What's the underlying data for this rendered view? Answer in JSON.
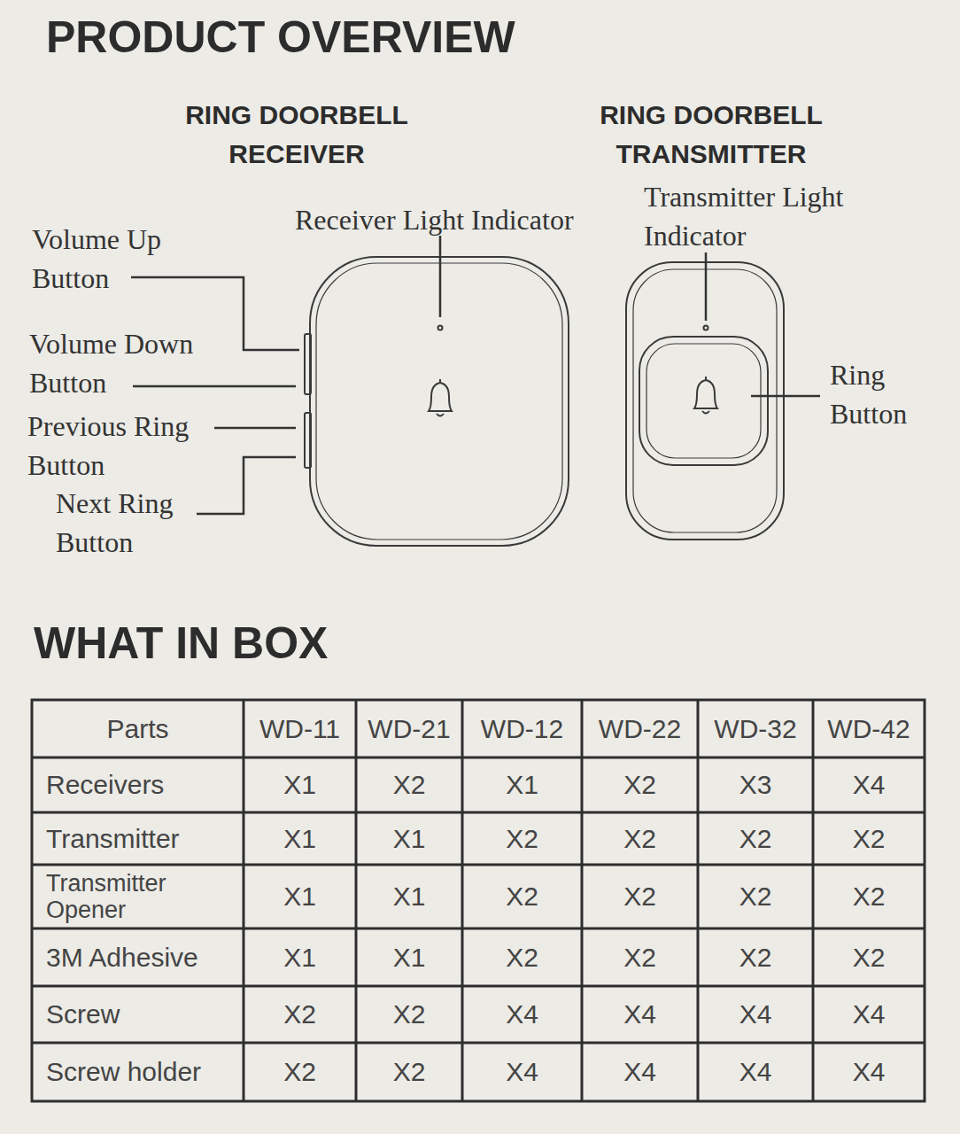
{
  "diagram": {
    "title": "PRODUCT OVERVIEW",
    "labels": [
      "RING DOORBELL RECEIVER",
      "RING DOORBELL TRANSMITTER",
      "Receiver Light Indicator",
      "Transmitter Light Indicator",
      "Volume Up Button",
      "Volume Down Button",
      "Previous Ring Button",
      "Next Ring Button",
      "Ring Button",
      "WHAT IN BOX",
      "Parts",
      "WD-11",
      "WD-21",
      "WD-12",
      "WD-22",
      "WD-32",
      "WD-42",
      "Receivers",
      "X1",
      "X2",
      "X1",
      "X2",
      "X3",
      "X4",
      "Transmitter",
      "X1",
      "X1",
      "X2",
      "X2",
      "X2",
      "X2",
      "Transmitter Opener",
      "X1",
      "X1",
      "X2",
      "X2",
      "X2",
      "X2",
      "3M Adhesive",
      "X1",
      "X1",
      "X2",
      "X2",
      "X2",
      "X2",
      "Screw",
      "X2",
      "X2",
      "X4",
      "X4",
      "X4",
      "X4",
      "Screw holder",
      "X2",
      "X2",
      "X4",
      "X4",
      "X4",
      "X4"
    ]
  }
}
